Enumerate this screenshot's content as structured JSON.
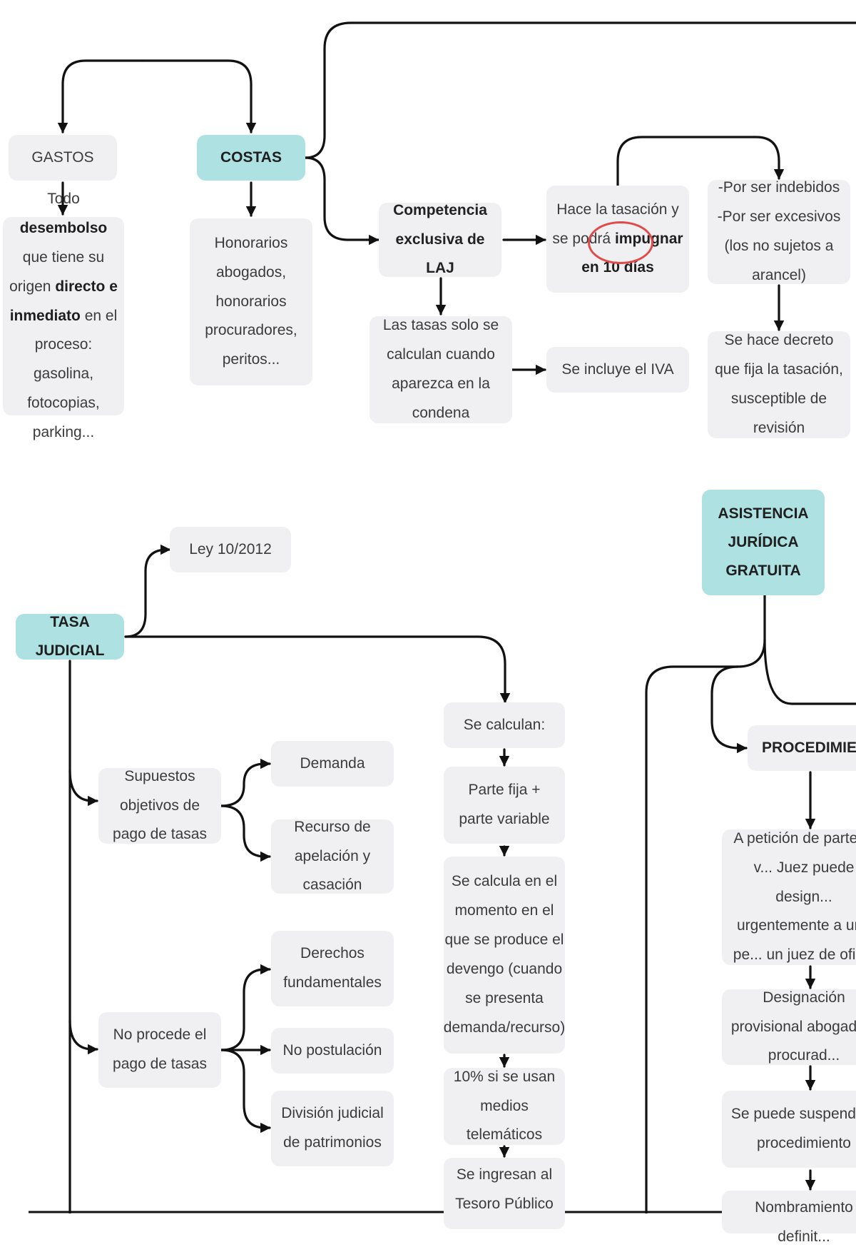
{
  "colors": {
    "highlight": "#aee1e1",
    "box": "#f0f0f2",
    "line": "#111111",
    "annotation": "#e24a4a"
  },
  "costs_section": {
    "gastos": "GASTOS",
    "costas": "COSTAS",
    "gastos_desc": {
      "p1": "Todo ",
      "b1": "desembolso",
      "p2": "que tiene su origen",
      "b2": "directo e inmediato",
      "p3": "en el proceso: gasolina, fotocopias, parking..."
    },
    "costas_desc": "Honorarios abogados, honorarios procuradores, peritos...",
    "competencia": "Competencia exclusiva de LAJ",
    "tasacion": {
      "p1": "Hace la tasación y se podrá ",
      "b1": "impugnar",
      "b2": " en 10 días"
    },
    "motivos": "-Por ser indebidos\n-Por ser excesivos (los no sujetos a arancel)",
    "tasas_condena": "Las tasas solo se calculan cuando aparezca en la condena",
    "iva": "Se incluye el IVA",
    "decreto": "Se hace decreto que fija la tasación, susceptible de revisión"
  },
  "tasa_section": {
    "ley": "Ley 10/2012",
    "tasa_judicial": "TASA JUDICIAL",
    "supuestos": "Supuestos objetivos de pago de tasas",
    "demanda": "Demanda",
    "recurso": "Recurso de apelación y casación",
    "no_procede": "No procede el pago de tasas",
    "derechos": "Derechos fundamentales",
    "no_postulacion": "No postulación",
    "division": "División judicial de patrimonios",
    "se_calculan": "Se calculan:",
    "parte_fija": "Parte fija + parte variable",
    "momento": "Se calcula en el momento en el que se produce el devengo (cuando se presenta demanda/recurso)",
    "telematicos": "10% si se usan medios telemáticos",
    "tesoro": "Se ingresan al Tesoro Público"
  },
  "asistencia_section": {
    "asistencia": "ASISTENCIA JURÍDICA GRATUITA",
    "procedimiento": "PROCEDIMIENTO",
    "peticion": "A petición de parte, a v... Juez puede design... urgentemente a una pe... un juez de oficio",
    "designacion": "Designación provisional abogado y procurad...",
    "suspender": "Se puede suspende... procedimiento",
    "nombramiento": "Nombramiento definit..."
  }
}
